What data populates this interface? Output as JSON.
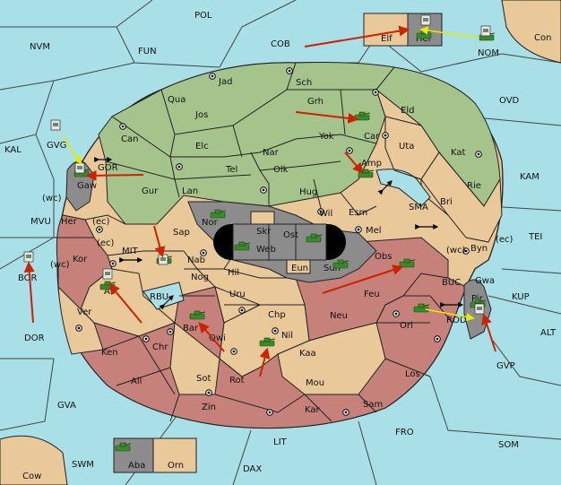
{
  "colors": {
    "sea": "#a9dfe6",
    "neutral_land": "#e9c89a",
    "power_green": "#a5c48c",
    "power_red": "#c5817a",
    "power_gray": "#8c8c8c",
    "order_arrow_red": "#cc2200",
    "order_arrow_yellow": "#e8e800",
    "unit_fleet": "#3a8a2a"
  },
  "sea_labels": {
    "POL": "POL",
    "COB": "COB",
    "NVM": "NVM",
    "FUN": "FUN",
    "NOM": "NOM",
    "Con": "Con",
    "OVD": "OVD",
    "KAL": "KAL",
    "GVG": "GVG",
    "GOR": "GOR",
    "MVU": "MVU",
    "KAM": "KAM",
    "SMA": "SMA",
    "TEI": "TEI",
    "MIT": "MIT",
    "BOR": "BOR",
    "DOR": "DOR",
    "RBU": "RBU",
    "BUC": "BUC",
    "KUP": "KUP",
    "ROD": "ROD",
    "ALT": "ALT",
    "GVP": "GVP",
    "GVA": "GVA",
    "FRO": "FRO",
    "SOM": "SOM",
    "LIT": "LIT",
    "SWM": "SWM",
    "DAX": "DAX",
    "Cow": "Cow"
  },
  "land_labels": {
    "Elf": "Elf",
    "Hel": "Hel",
    "Jad": "Jad",
    "Sch": "Sch",
    "Qua": "Qua",
    "Jos": "Jos",
    "Grh": "Grh",
    "Eld": "Eld",
    "Can": "Can",
    "Car": "Car",
    "Yok": "Yok",
    "Uta": "Uta",
    "Elc": "Elc",
    "Nar": "Nar",
    "Kat": "Kat",
    "Tel": "Tel",
    "Olk": "Olk",
    "Amp": "Amp",
    "Gaw": "Gaw",
    "Gur": "Gur",
    "Lan": "Lan",
    "Hug": "Hug",
    "Rie": "Rie",
    "Bri": "Bri",
    "wc1": "(wc)",
    "Her": "Her",
    "ec1": "(ec)",
    "Nor": "Nor",
    "Wil": "Wil",
    "Esm": "Esm",
    "Skr": "Skr",
    "Ost": "Ost",
    "Web": "Web",
    "Mel": "Mel",
    "Sap": "Sap",
    "ec2": "(ec)",
    "Kor": "Kor",
    "wc2": "(wc)",
    "Nab": "Nab",
    "Eun": "Eun",
    "Sun": "Sun",
    "Obs": "Obs",
    "Byn": "Byn",
    "wc3": "(wc)",
    "ec3": "(ec)",
    "Gwa": "Gwa",
    "Hil": "Hil",
    "Nog": "Nog",
    "Alk": "Alk",
    "Uru": "Uru",
    "Feu": "Feu",
    "Pir": "Pir",
    "Ver": "Ver",
    "Chp": "Chp",
    "Neu": "Neu",
    "Orl": "Orl",
    "Bar": "Bar",
    "Qwi": "Qwi",
    "Nil": "Nil",
    "Chr": "Chr",
    "Ken": "Ken",
    "Kaa": "Kaa",
    "Ail": "Ail",
    "Sot": "Sot",
    "Rot": "Rot",
    "Mou": "Mou",
    "Los": "Los",
    "Zin": "Zin",
    "Kar": "Kar",
    "Sam": "Sam",
    "Aba": "Aba",
    "Orn": "Orn"
  }
}
